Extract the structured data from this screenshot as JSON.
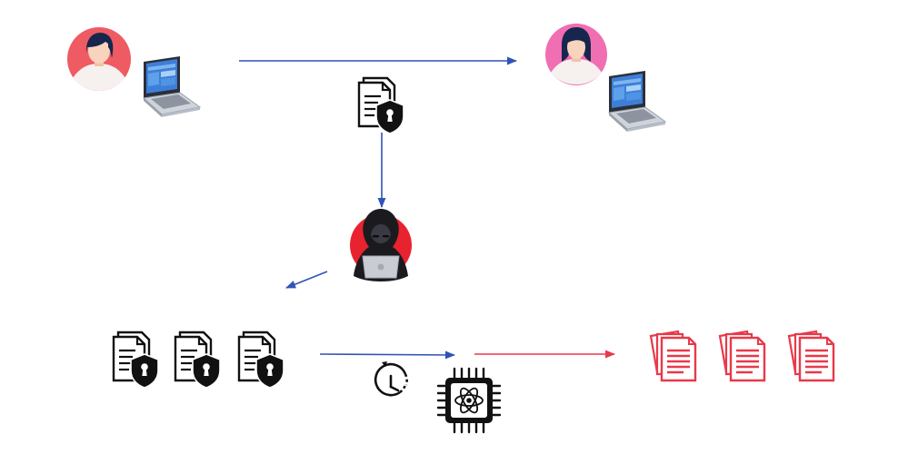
{
  "diagram": {
    "nodes": [
      {
        "id": "sender",
        "icon": "woman-avatar-icon",
        "with": "laptop-icon"
      },
      {
        "id": "receiver",
        "icon": "woman-avatar-icon",
        "with": "laptop-icon"
      },
      {
        "id": "encrypted-data",
        "icon": "encrypted-documents-icon"
      },
      {
        "id": "attacker",
        "icon": "hooded-hacker-icon"
      },
      {
        "id": "harvested-data",
        "icon": "encrypted-documents-icon",
        "count": 3
      },
      {
        "id": "time",
        "icon": "clock-icon"
      },
      {
        "id": "quantum-computer",
        "icon": "quantum-chip-icon"
      },
      {
        "id": "decrypted-data",
        "icon": "plain-documents-icon",
        "count": 3
      }
    ],
    "edges": [
      {
        "from": "sender",
        "to": "receiver"
      },
      {
        "from": "encrypted-data",
        "to": "attacker"
      },
      {
        "from": "attacker",
        "to": "harvested-data"
      },
      {
        "from": "harvested-data",
        "to": "quantum-computer"
      },
      {
        "from": "quantum-computer",
        "to": "decrypted-data"
      }
    ]
  },
  "colors": {
    "arrow_blue": "#2f54b5",
    "arrow_red": "#e8394a",
    "avatar_coral": "#ef5b63",
    "avatar_pink": "#f06eb2",
    "hacker_red": "#e8232f",
    "doc_red": "#e8394a",
    "ink": "#111111"
  }
}
